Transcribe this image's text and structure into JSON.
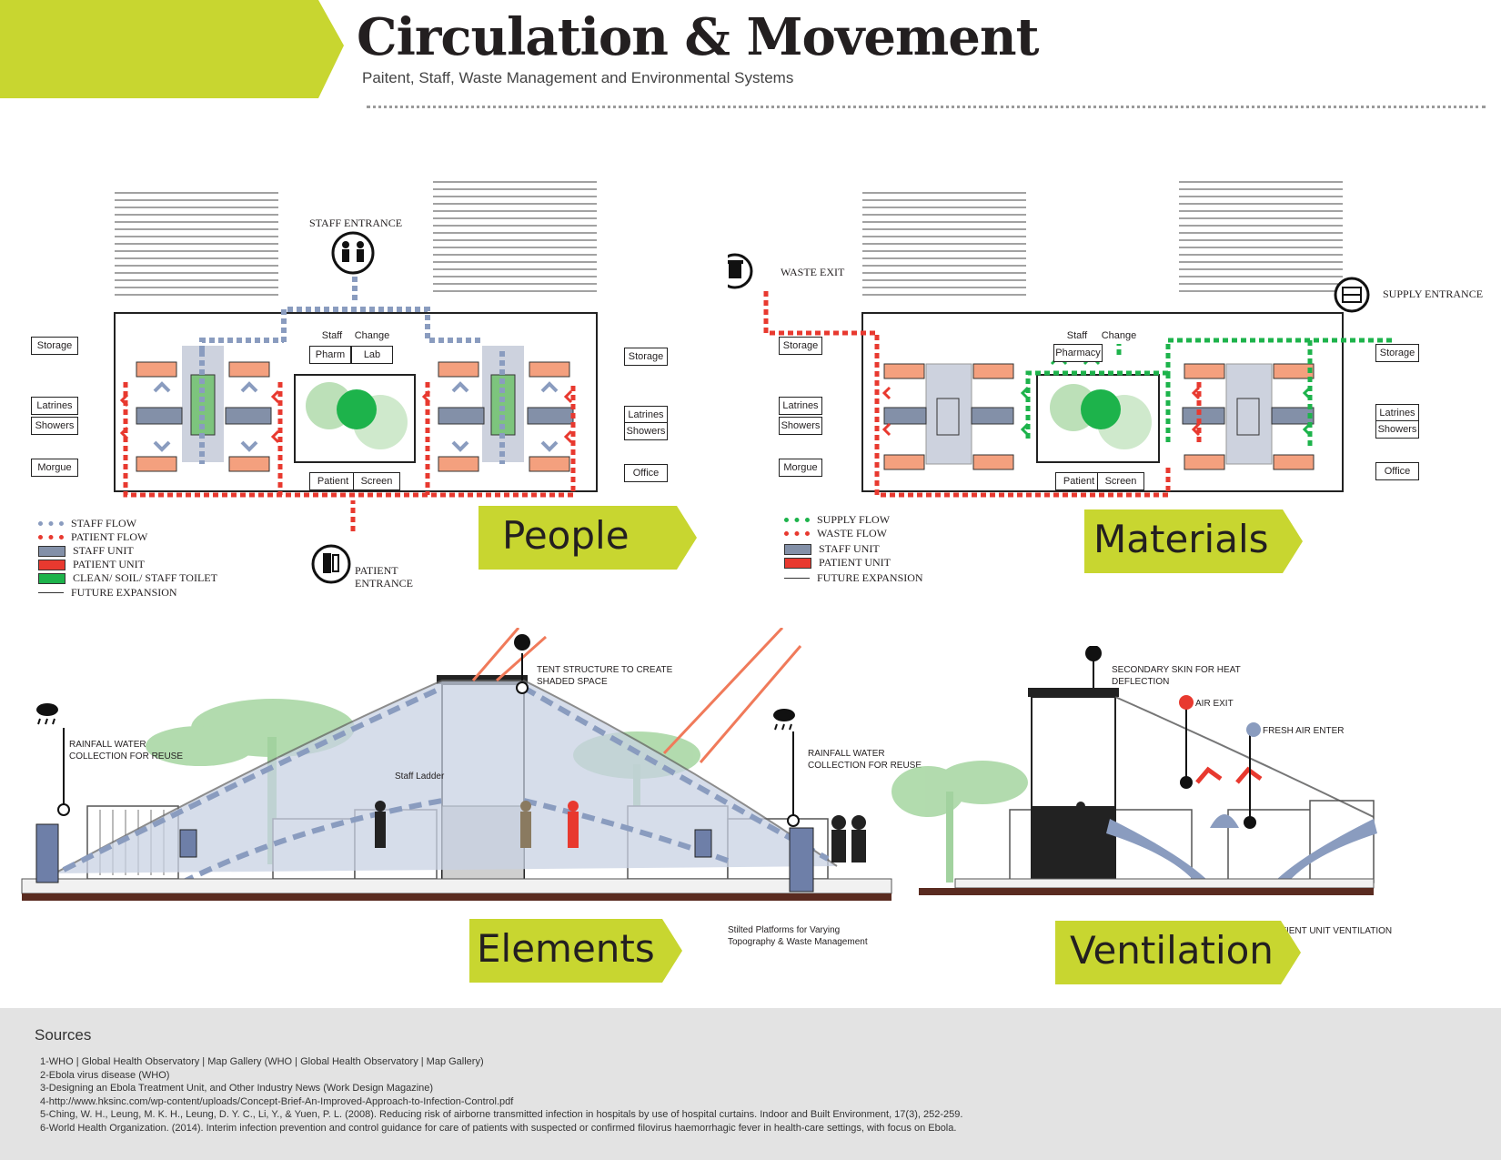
{
  "header": {
    "title": "Circulation & Movement",
    "subtitle": "Paitent, Staff, Waste Management and Environmental Systems"
  },
  "colors": {
    "accent": "#c8d630",
    "staff_blue": "#8a9cbf",
    "patient_red": "#e8392f",
    "supply_green": "#1db34b",
    "patient_unit": "#f4a07e",
    "staff_unit": "#8390a8",
    "clean_green": "#7dc47d",
    "tree_green": "#9fd39a",
    "sun_orange": "#f07a5a"
  },
  "people_plan": {
    "banner": "People",
    "staff_entrance": "STAFF ENTRANCE",
    "patient_entrance": "PATIENT\nENTRANCE",
    "rooms": {
      "storage": "Storage",
      "latrines": "Latrines",
      "showers": "Showers",
      "morgue": "Morgue",
      "staff_change_a": "Staff",
      "staff_change_b": "Change",
      "pharm": "Pharm",
      "lab": "Lab",
      "patient_screen_a": "Patient",
      "patient_screen_b": "Screen",
      "storage_r": "Storage",
      "latrines_r": "Latrines",
      "showers_r": "Showers",
      "office": "Office"
    },
    "legend": [
      {
        "label": "STAFF FLOW",
        "icon": "staff-flow-swatch"
      },
      {
        "label": "PATIENT FLOW",
        "icon": "patient-flow-swatch"
      },
      {
        "label": "STAFF UNIT",
        "icon": "staff-unit-swatch"
      },
      {
        "label": "PATIENT UNIT",
        "icon": "patient-unit-swatch"
      },
      {
        "label": "CLEAN/ SOIL/ STAFF TOILET",
        "icon": "clean-soil-swatch"
      },
      {
        "label": "FUTURE EXPANSION",
        "icon": "future-expansion-line"
      }
    ]
  },
  "materials_plan": {
    "banner": "Materials",
    "waste_exit": "WASTE  EXIT",
    "supply_entrance": "SUPPLY ENTRANCE",
    "rooms": {
      "storage": "Storage",
      "latrines": "Latrines",
      "showers": "Showers",
      "morgue": "Morgue",
      "staff_change_a": "Staff",
      "staff_change_b": "Change",
      "pharmacy": "Pharmacy",
      "patient_screen_a": "Patient",
      "patient_screen_b": "Screen",
      "storage_r": "Storage",
      "latrines_r": "Latrines",
      "showers_r": "Showers",
      "office": "Office"
    },
    "legend": [
      {
        "label": "SUPPLY FLOW",
        "icon": "supply-flow-swatch"
      },
      {
        "label": "WASTE FLOW",
        "icon": "waste-flow-swatch"
      },
      {
        "label": "STAFF UNIT",
        "icon": "staff-unit-swatch"
      },
      {
        "label": "PATIENT UNIT",
        "icon": "patient-unit-swatch"
      },
      {
        "label": "FUTURE EXPANSION",
        "icon": "future-expansion-line"
      }
    ]
  },
  "elements_section": {
    "banner": "Elements",
    "tent_note": "TENT STRUCTURE TO CREATE\nSHADED SPACE",
    "rain_left": "RAINFALL WATER\nCOLLECTION FOR REUSE",
    "rain_right": "RAINFALL WATER\nCOLLECTION FOR REUSE",
    "staff_ladder": "Staff Ladder",
    "stilts_note": "Stilted Platforms for Varying\nTopography & Waste Management"
  },
  "ventilation_section": {
    "banner": "Ventilation",
    "skin_note": "SECONDARY SKIN FOR HEAT\nDEFLECTION",
    "air_exit": "AIR EXIT",
    "fresh_air": "FRESH AIR ENTER",
    "caption": "PATIENT UNIT VENTILATION"
  },
  "sources": {
    "heading": "Sources",
    "items": [
      "1-WHO | Global Health Observatory | Map Gallery (WHO | Global Health Observatory | Map Gallery)",
      "2-Ebola virus disease (WHO)",
      "3-Designing an Ebola Treatment Unit, and Other Industry News (Work Design Magazine)",
      "4-http://www.hksinc.com/wp-content/uploads/Concept-Brief-An-Improved-Approach-to-Infection-Control.pdf",
      "5-Ching, W. H., Leung, M. K. H., Leung, D. Y. C., Li, Y., & Yuen, P. L. (2008). Reducing risk of airborne transmitted infection in hospitals by use of hospital curtains. Indoor and Built Environment, 17(3), 252-259.",
      "6-World Health Organization. (2014). Interim infection prevention and control guidance for care of patients with suspected or confirmed filovirus haemorrhagic fever in health-care settings, with focus on Ebola."
    ]
  }
}
